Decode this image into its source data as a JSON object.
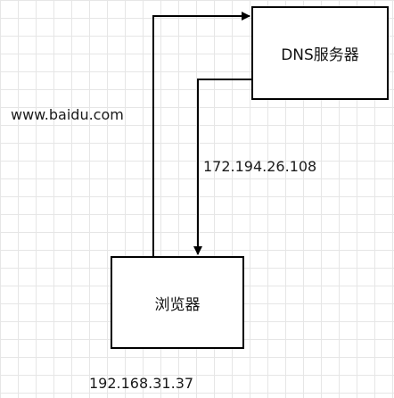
{
  "diagram": {
    "nodes": {
      "dns_server": {
        "label": "DNS服务器"
      },
      "browser": {
        "label": "浏览器"
      }
    },
    "labels": {
      "domain": "www.baidu.com",
      "dns_response_ip": "172.194.26.108",
      "browser_ip": "192.168.31.37"
    },
    "edges": [
      {
        "from": "browser",
        "to": "dns_server",
        "meaning": "request"
      },
      {
        "from": "dns_server",
        "to": "browser",
        "meaning": "response"
      }
    ],
    "colors": {
      "stroke": "#000000",
      "grid": "#e6e6e6",
      "background": "#ffffff"
    }
  }
}
